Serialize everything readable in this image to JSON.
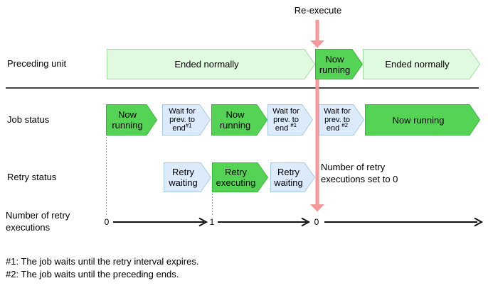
{
  "reexecute_label": "Re-execute",
  "rows": {
    "preceding": {
      "label": "Preceding unit",
      "boxes": [
        {
          "text": "Ended normally"
        },
        {
          "lines": [
            "Now",
            "running"
          ]
        },
        {
          "text": "Ended normally"
        }
      ]
    },
    "job": {
      "label": "Job status",
      "boxes": [
        {
          "lines": [
            "Now",
            "running"
          ]
        },
        {
          "lines": [
            "Wait for",
            "prev. to",
            "end"
          ],
          "sup": "#1"
        },
        {
          "lines": [
            "Now",
            "running"
          ]
        },
        {
          "lines": [
            "Wait for",
            "prev. to",
            "end"
          ],
          "sup": "#1"
        },
        {
          "lines": [
            "Wait for",
            "prev. to",
            "end"
          ],
          "sup": "#2"
        },
        {
          "text": "Now running"
        }
      ]
    },
    "retry": {
      "label": "Retry status",
      "boxes": [
        {
          "lines": [
            "Retry",
            "waiting"
          ]
        },
        {
          "lines": [
            "Retry",
            "executing"
          ]
        },
        {
          "lines": [
            "Retry",
            "waiting"
          ]
        }
      ],
      "note": {
        "line1": "Number of retry",
        "line2": "executions set to 0"
      }
    },
    "executions": {
      "label_line1": "Number of retry",
      "label_line2": "executions",
      "ticks": [
        "0",
        "1",
        "0"
      ]
    }
  },
  "footnotes": [
    "#1: The job waits until the retry interval expires.",
    "#2: The job waits until the preceding ends."
  ],
  "colors": {
    "green_fill": "#55d355",
    "green_border": "#35b835",
    "light_green_fill": "#dffade",
    "light_green_border": "#9fe09f",
    "blue_fill": "#dcebfb",
    "blue_border": "#a9c9e6",
    "red_arrow": "#f59899"
  }
}
